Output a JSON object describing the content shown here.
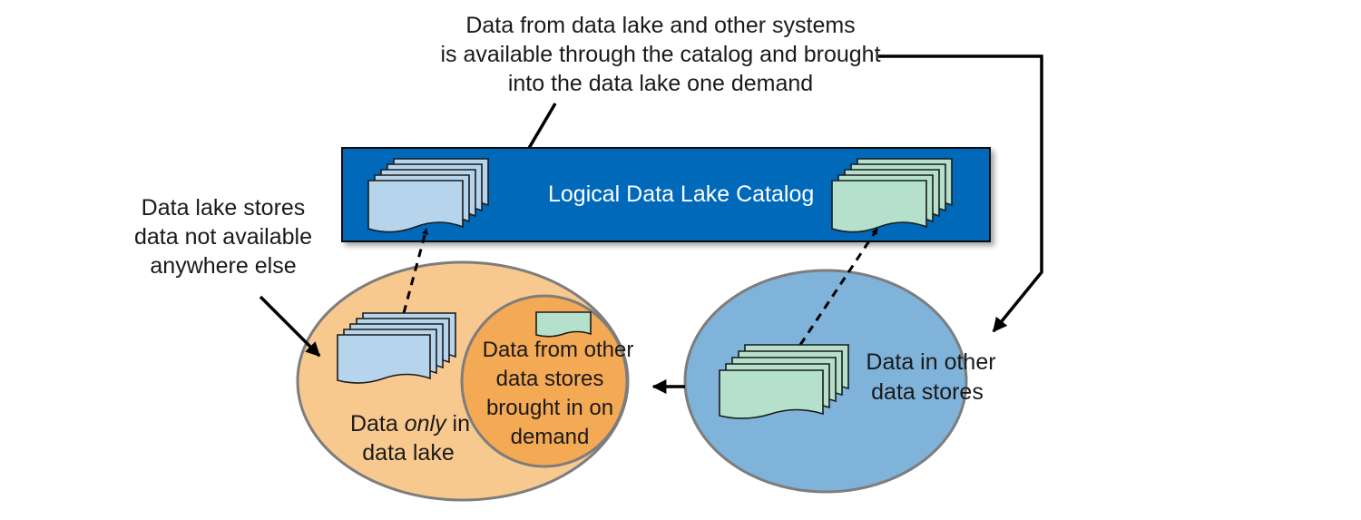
{
  "colors": {
    "catalog_fill": "#0569b9",
    "lake_ellipse_fill": "#f8c98f",
    "on_demand_circle_fill": "#f4a955",
    "other_stores_ellipse_fill": "#7fb3d9",
    "lake_doc_fill": "#b6d5ec",
    "other_doc_fill": "#b5e0cb",
    "ellipse_stroke": "#7d7d7d",
    "arrow": "#000000"
  },
  "top_annotation": {
    "lines": [
      "Data from data lake and other systems",
      "is available through the catalog and brought",
      "into the data lake one demand"
    ]
  },
  "left_annotation": {
    "lines": [
      "Data lake stores",
      "data not available",
      "anywhere else"
    ]
  },
  "catalog": {
    "label": "Logical Data Lake Catalog",
    "left_docs_icon": "document-stack-icon",
    "right_docs_icon": "document-stack-icon"
  },
  "data_lake": {
    "label_prefix": "Data ",
    "label_emphasis": "only",
    "label_suffix": " in",
    "label_line2": "data lake"
  },
  "on_demand": {
    "lines": [
      "Data from other",
      "data stores",
      "brought in on",
      "demand"
    ]
  },
  "other_stores": {
    "lines": [
      "Data in other",
      "data stores"
    ]
  }
}
